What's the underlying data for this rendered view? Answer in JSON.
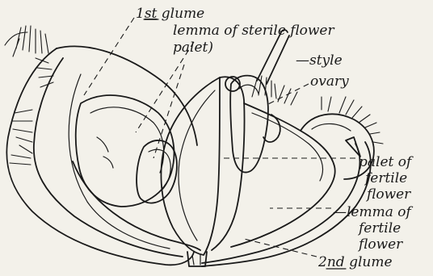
{
  "labels": {
    "glume1_prefix": "1",
    "glume1_suffix": "st",
    "glume1_word": " glume",
    "lemma_sterile": "lemma of sterile flower",
    "palet_sterile": "palet)",
    "style": "—style",
    "ovary": "ovary",
    "palet_fertile_1": "palet of",
    "palet_fertile_2": "fertile",
    "palet_fertile_3": "flower",
    "lemma_fertile_1": "—lemma of",
    "lemma_fertile_2": "fertile",
    "lemma_fertile_3": "flower",
    "glume2_prefix": "2",
    "glume2_suffix": "nd",
    "glume2_word": " glume"
  }
}
